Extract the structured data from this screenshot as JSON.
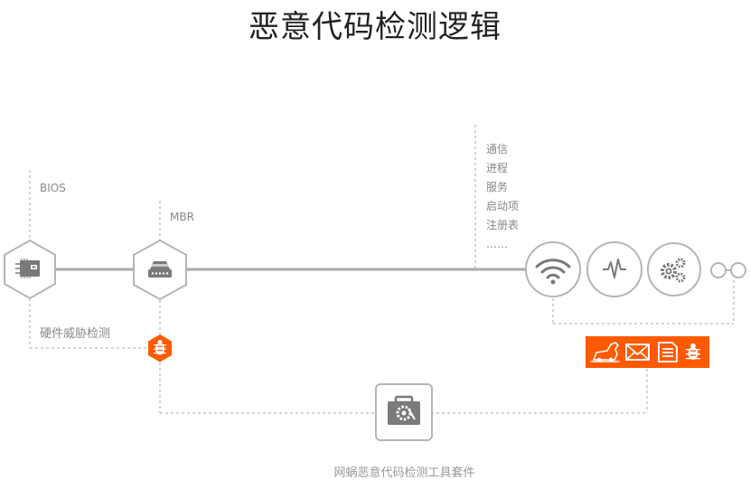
{
  "title": "恶意代码检测逻辑",
  "labels": {
    "bios": "BIOS",
    "mbr": "MBR",
    "hardware": "硬件威胁检测"
  },
  "layer_list": [
    "通信",
    "进程",
    "服务",
    "启动项",
    "注册表",
    "……"
  ],
  "suite_label": "网蜗恶意代码检测工具套件",
  "colors": {
    "accent": "#ff5a00",
    "line": "#aaaaaa",
    "node_border": "#b5b5b5"
  },
  "icons": {
    "bios_node": "chip-icon",
    "mbr_node": "hard-drive-icon",
    "bug_marker": "bug-icon",
    "comm_node": "wifi-icon",
    "process_node": "pulse-icon",
    "service_node": "gears-icon",
    "toolkit": "toolbox-icon",
    "threat_types": [
      "trojan-horse-icon",
      "mail-icon",
      "document-icon",
      "bug-icon"
    ]
  }
}
